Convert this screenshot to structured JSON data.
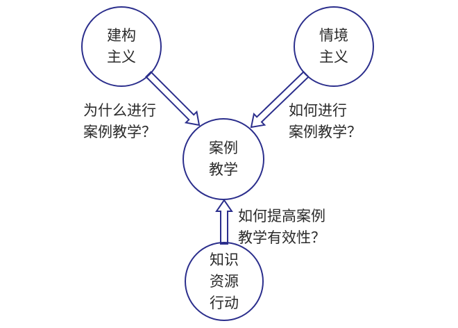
{
  "colors": {
    "circle_stroke": "#2b2e8c",
    "arrow_stroke": "#2b2e8c",
    "text": "#2a2a2a",
    "background": "#ffffff"
  },
  "nodes": {
    "constructivism": {
      "lines": [
        "建构",
        "主义"
      ]
    },
    "situationism": {
      "lines": [
        "情境",
        "主义"
      ]
    },
    "case_teaching": {
      "lines": [
        "案例",
        "教学"
      ]
    },
    "knowledge_resource_action": {
      "lines": [
        "知识",
        "资源",
        "行动"
      ]
    }
  },
  "questions": {
    "why": {
      "lines": [
        "为什么进行",
        "案例教学？"
      ]
    },
    "how": {
      "lines": [
        "如何进行",
        "案例教学？"
      ]
    },
    "effectiveness": {
      "lines": [
        "如何提高案例",
        "教学有效性？"
      ]
    }
  }
}
